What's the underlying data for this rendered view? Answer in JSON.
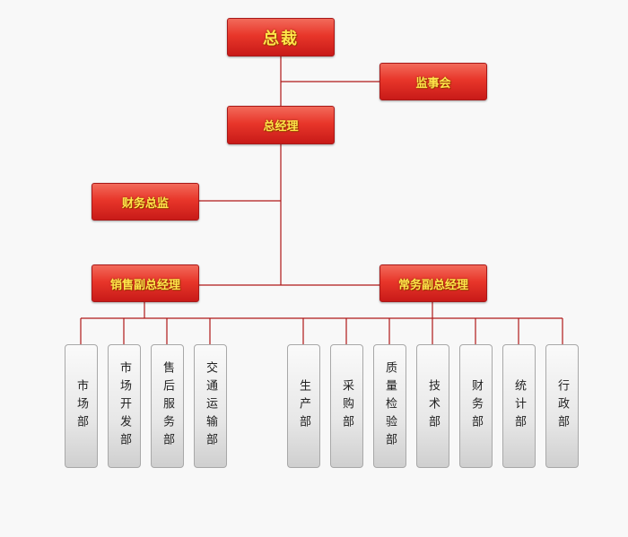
{
  "colors": {
    "line": "#b01818",
    "box_fill": "#e8362a",
    "box_text": "#ffe64a",
    "dept_fill": "#e8e8e8"
  },
  "nodes": {
    "ceo": "总裁",
    "supervisory_board": "监事会",
    "general_manager": "总经理",
    "finance_director": "财务总监",
    "sales_vp": "销售副总经理",
    "operations_vp": "常务副总经理"
  },
  "departments": {
    "sales": [
      "市场部",
      "市场开发部",
      "售后服务部",
      "交通运输部"
    ],
    "operations": [
      "生产部",
      "采购部",
      "质量检验部",
      "技术部",
      "财务部",
      "统计部",
      "行政部"
    ]
  }
}
